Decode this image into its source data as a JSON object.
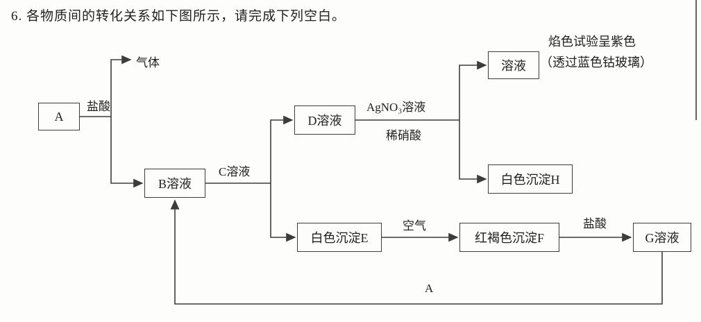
{
  "question": {
    "title": "6. 各物质间的转化关系如下图所示，请完成下列空白。"
  },
  "diagram": {
    "boxes": {
      "a": "A",
      "b_solution": "B溶液",
      "d_solution": "D溶液",
      "solution": "溶液",
      "white_precipitate_h": "白色沉淀H",
      "white_precipitate_e": "白色沉淀E",
      "red_brown_precipitate_f": "红褐色沉淀F",
      "g_solution": "G溶液"
    },
    "arrow_labels": {
      "hydrochloric_acid_from_a": "盐酸",
      "gas": "气体",
      "c_solution": "C溶液",
      "silver_nitrate_solution": "AgNO₃溶液",
      "dilute_nitric_acid": "稀硝酸",
      "air": "空气",
      "hydrochloric_acid_to_g": "盐酸",
      "recycle_a": "A"
    },
    "annotation": {
      "flame_test_line1": "焰色试验呈紫色",
      "flame_test_line2": "（透过蓝色钴玻璃）"
    }
  }
}
